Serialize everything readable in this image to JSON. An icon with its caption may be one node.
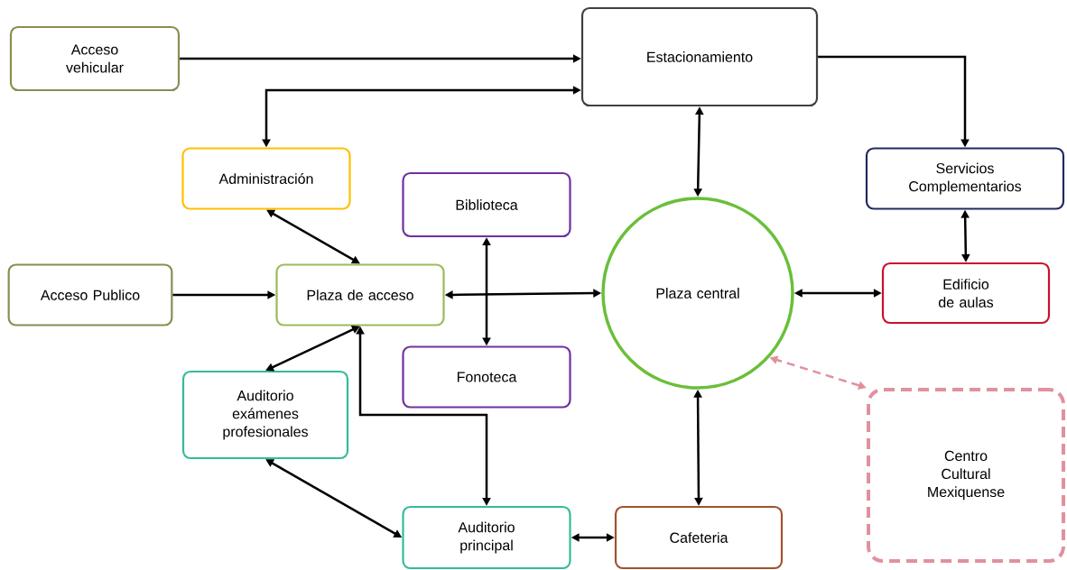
{
  "diagram": {
    "nodes": [
      {
        "text": [
          "Acceso vehicular"
        ]
      },
      {
        "text": [
          "Estacionamiento"
        ]
      },
      {
        "text": [
          "Administración"
        ]
      },
      {
        "text": [
          "Servicios Complementarios"
        ]
      },
      {
        "text": [
          "Biblioteca"
        ]
      },
      {
        "text": [
          "Acceso Publico"
        ]
      },
      {
        "text": [
          "Plaza de acceso"
        ]
      },
      {
        "text": [
          "Plaza central"
        ]
      },
      {
        "text": [
          "Edificio de aulas"
        ]
      },
      {
        "text": [
          "Fonoteca"
        ]
      },
      {
        "text": [
          "Auditorio exámenes profesionales"
        ]
      },
      {
        "text": [
          "Centro Cultural Mexiquense"
        ]
      },
      {
        "text": [
          "Auditorio principal"
        ]
      },
      {
        "text": [
          "Cafeteria"
        ]
      }
    ],
    "edges": [
      {
        "from": 0,
        "to": 1,
        "arrow": "to"
      },
      {
        "from": 2,
        "to": 1,
        "arrow": "both"
      },
      {
        "from": 1,
        "to": 3,
        "arrow": "to"
      },
      {
        "from": 1,
        "to": 7,
        "arrow": "both"
      },
      {
        "from": 2,
        "to": 6,
        "arrow": "both"
      },
      {
        "from": 5,
        "to": 6,
        "arrow": "to"
      },
      {
        "from": 4,
        "to": 9,
        "arrow": "both"
      },
      {
        "from": 6,
        "to": 7,
        "arrow": "both"
      },
      {
        "from": 3,
        "to": 8,
        "arrow": "both"
      },
      {
        "from": 7,
        "to": 8,
        "arrow": "both"
      },
      {
        "from": 6,
        "to": 10,
        "arrow": "both"
      },
      {
        "from": 6,
        "to": 12,
        "arrow": "both"
      },
      {
        "from": 10,
        "to": 12,
        "arrow": "both"
      },
      {
        "from": 12,
        "to": 13,
        "arrow": "both"
      },
      {
        "from": 7,
        "to": 13,
        "arrow": "both"
      },
      {
        "from": 11,
        "to": 7,
        "arrow": "both",
        "style": "dashed",
        "color": "#e0919e"
      }
    ]
  }
}
